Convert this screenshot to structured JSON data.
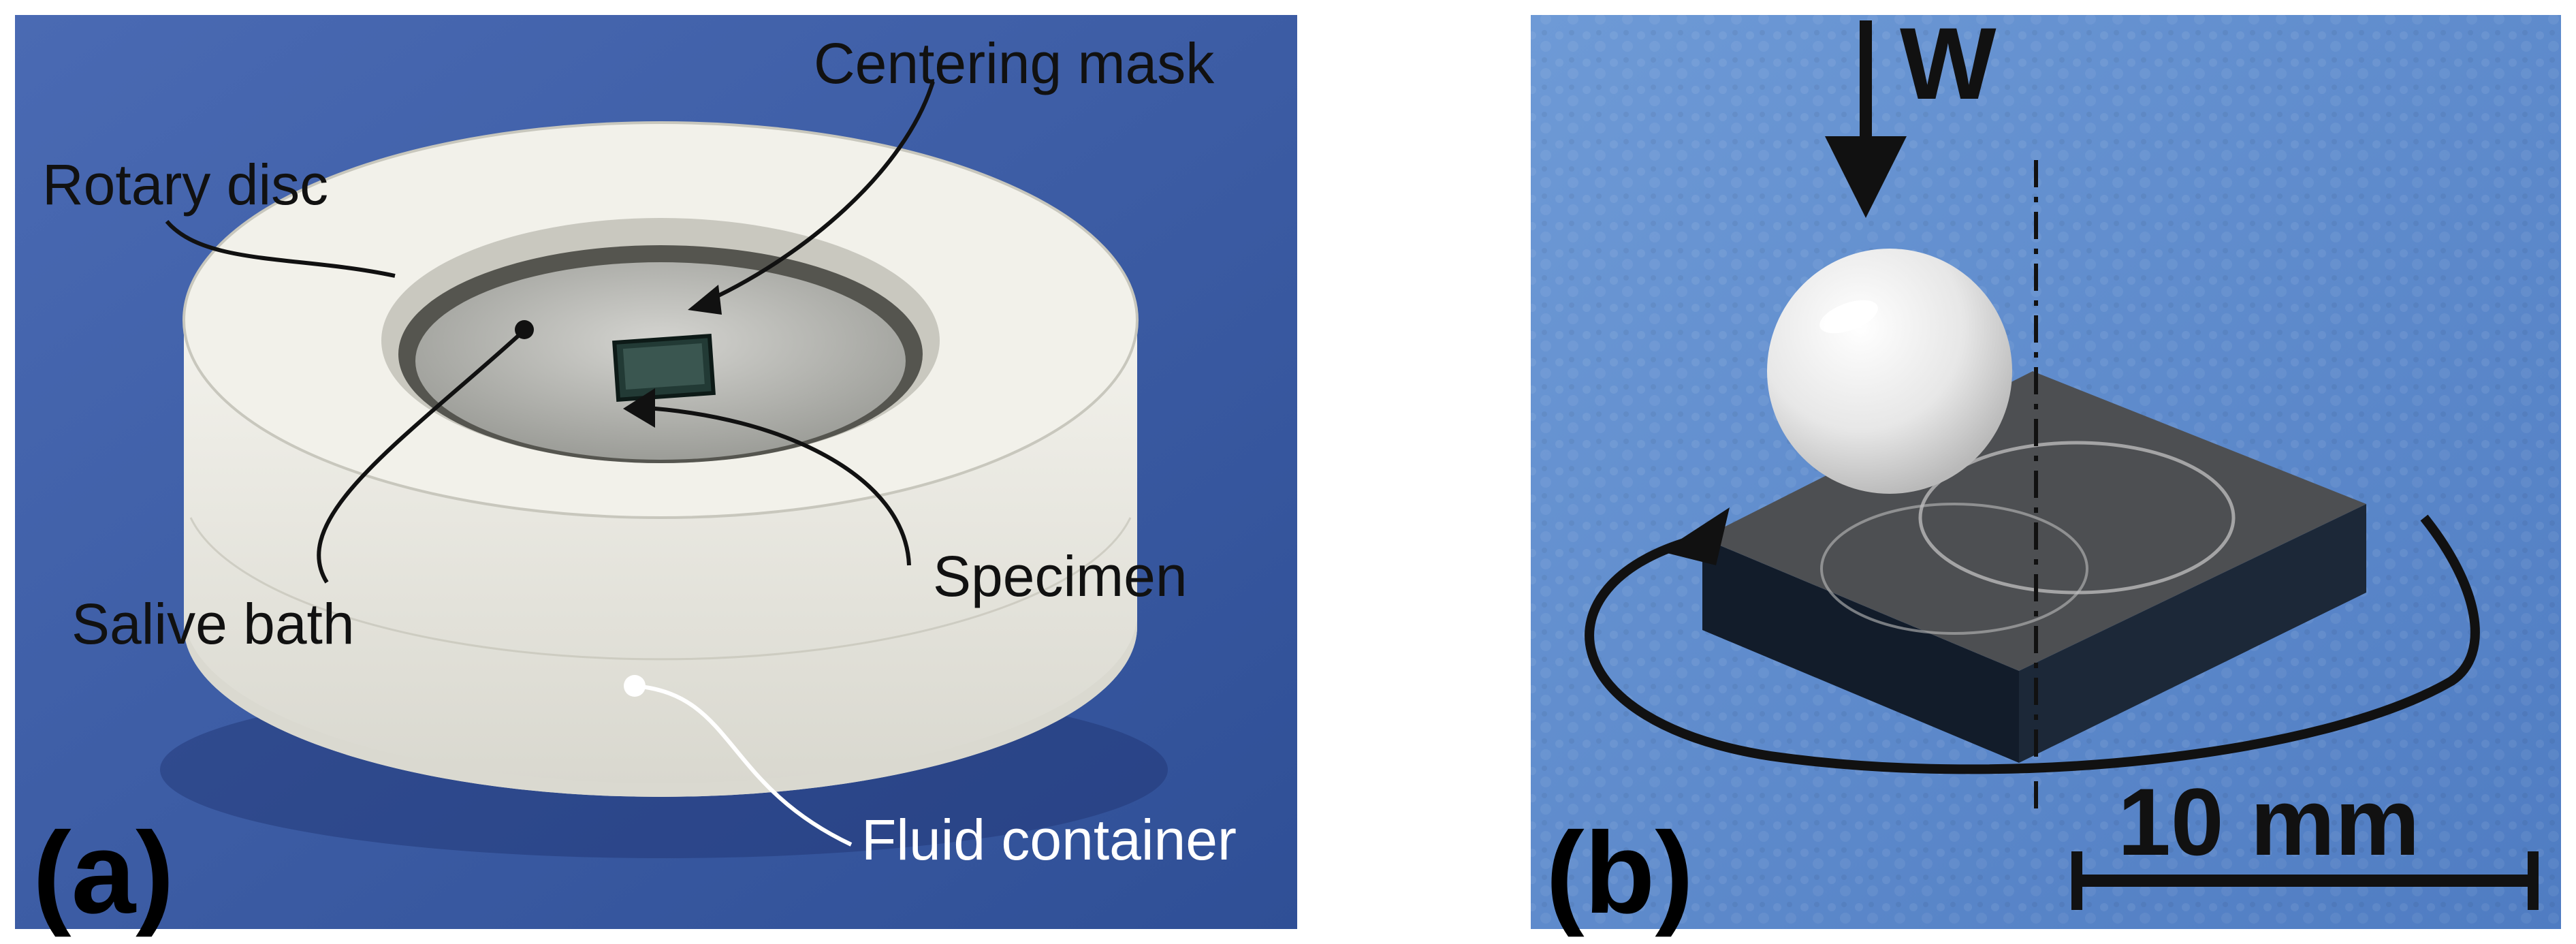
{
  "panels": {
    "a": {
      "panel_label": "(a)",
      "annotations": {
        "centering_mask": "Centering mask",
        "rotary_disc": "Rotary disc",
        "specimen": "Specimen",
        "salive_bath": "Salive bath",
        "fluid_container": "Fluid container"
      }
    },
    "b": {
      "panel_label": "(b)",
      "load_label": "W",
      "scale_bar_label": "10 mm"
    }
  },
  "colors": {
    "background_blue": "#3f5fa8",
    "container_white": "#ecebe4",
    "annotation_dark": "#1a1a1a",
    "annotation_light": "#ffffff"
  }
}
